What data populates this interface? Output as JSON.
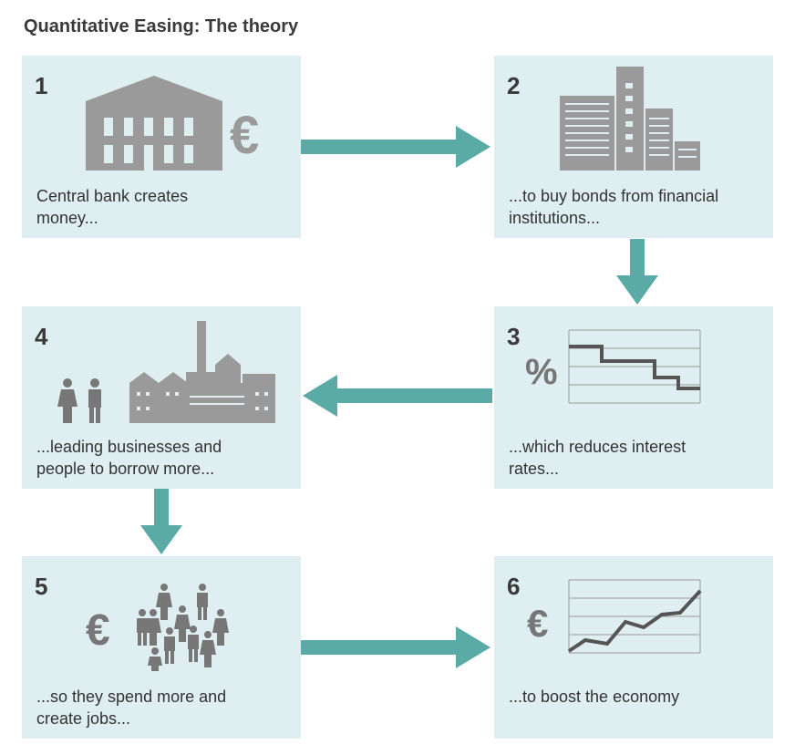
{
  "title": "Quantitative Easing: The theory",
  "colors": {
    "box_background": "#dfeef1",
    "arrow": "#5aaaa6",
    "icon_grey": "#9a9a9a",
    "chart_line": "#5a5a5a"
  },
  "steps": [
    {
      "number": "1",
      "caption_line1": "Central bank creates",
      "caption_line2": "money...",
      "icon": "central-bank-euro-icon"
    },
    {
      "number": "2",
      "caption_line1": "...to buy bonds from financial",
      "caption_line2": "institutions...",
      "icon": "office-buildings-icon"
    },
    {
      "number": "3",
      "caption_line1": "...which reduces interest",
      "caption_line2": "rates...",
      "icon": "falling-rate-chart-icon"
    },
    {
      "number": "4",
      "caption_line1": "...leading businesses and",
      "caption_line2": "people to borrow more...",
      "icon": "people-factory-icon"
    },
    {
      "number": "5",
      "caption_line1": "...so they spend more and",
      "caption_line2": "create jobs...",
      "icon": "euro-crowd-icon"
    },
    {
      "number": "6",
      "caption_line1": "...to boost the economy",
      "caption_line2": "",
      "icon": "rising-growth-chart-icon"
    }
  ],
  "symbols": {
    "euro": "€",
    "percent": "%"
  }
}
